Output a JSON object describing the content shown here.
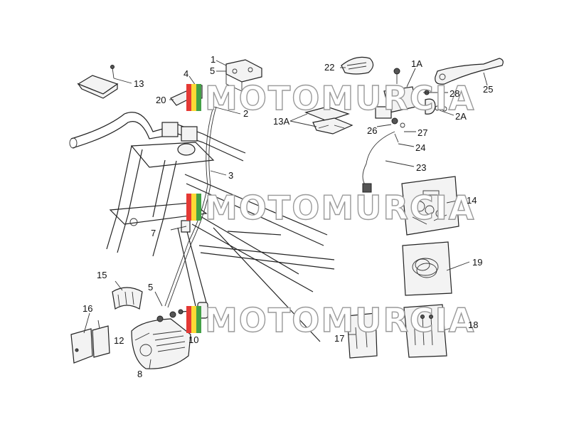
{
  "watermark": {
    "brand": "MOTOMURCIA",
    "colors": {
      "red": "#e53935",
      "yellow": "#fdd835",
      "green": "#43a047",
      "outline": "#9a9a9a"
    }
  },
  "callouts": {
    "n1": "1",
    "n1A": "1A",
    "n2": "2",
    "n2A": "2A",
    "n3": "3",
    "n4": "4",
    "n5a": "5",
    "n5b": "5",
    "n7": "7",
    "n8": "8",
    "n10": "10",
    "n12": "12",
    "n13": "13",
    "n13A": "13A",
    "n14": "14",
    "n15": "15",
    "n16": "16",
    "n17": "17",
    "n18": "18",
    "n19": "19",
    "n20": "20",
    "n22": "22",
    "n23": "23",
    "n24": "24",
    "n25": "25",
    "n26": "26",
    "n27": "27",
    "n28": "28"
  }
}
